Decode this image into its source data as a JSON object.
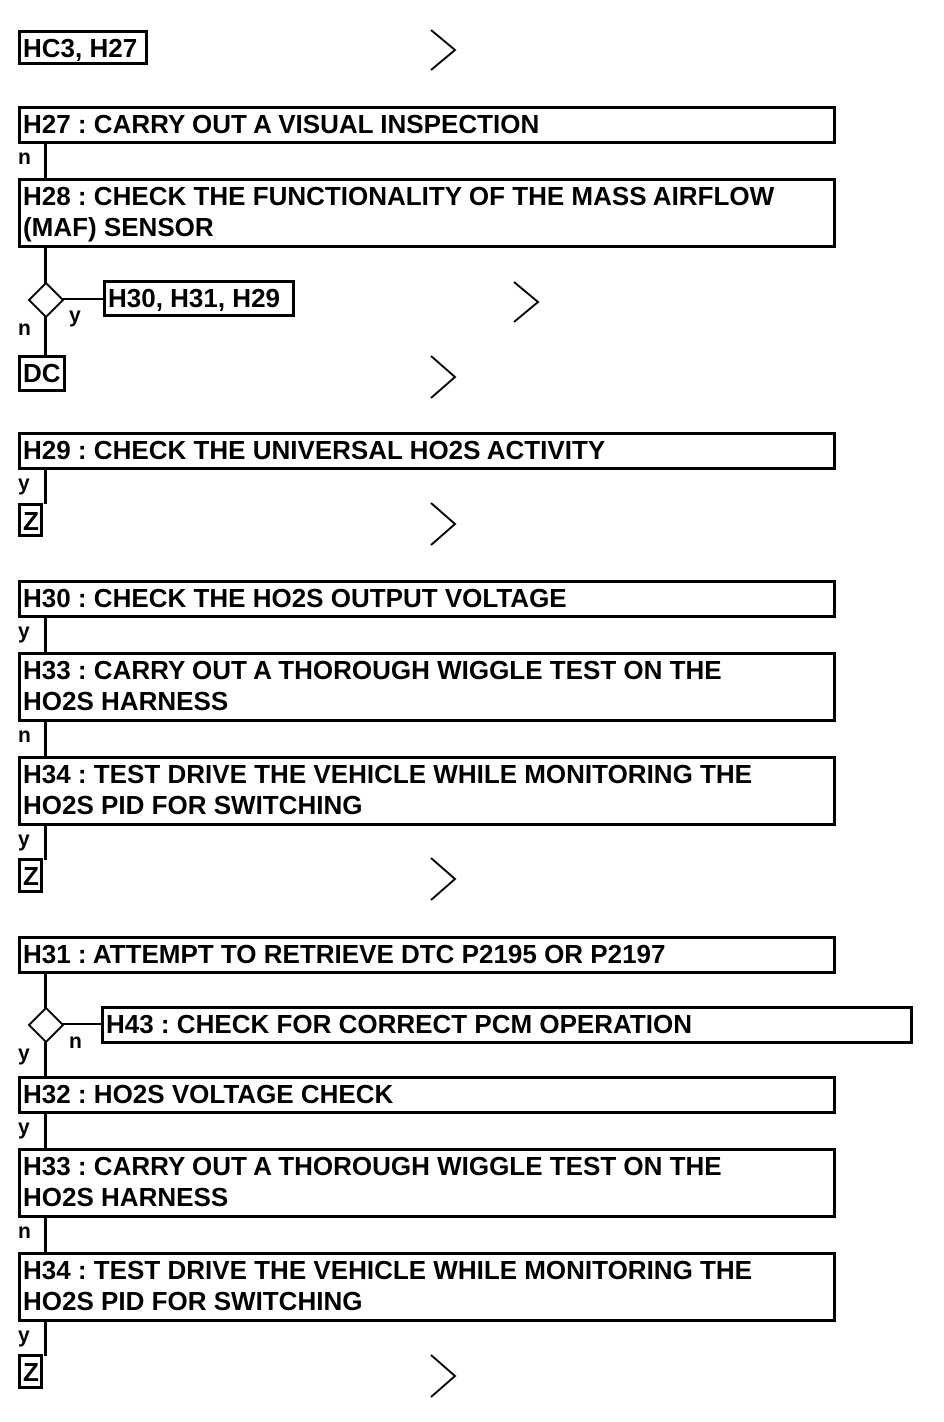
{
  "colors": {
    "ink": "#000000",
    "background": "#ffffff"
  },
  "blocks": {
    "b1": {
      "label": "HC3, H27"
    },
    "h27": {
      "label": "H27 : CARRY OUT A VISUAL INSPECTION"
    },
    "h28": {
      "label": "H28 : CHECK THE FUNCTIONALITY OF THE MASS AIRFLOW\n(MAF) SENSOR"
    },
    "h28_branch": {
      "label": "H30, H31, H29"
    },
    "dc": {
      "label": "DC"
    },
    "h29": {
      "label": "H29 : CHECK THE UNIVERSAL HO2S ACTIVITY"
    },
    "z1": {
      "label": "Z"
    },
    "h30": {
      "label": "H30 : CHECK THE HO2S OUTPUT VOLTAGE"
    },
    "h33a": {
      "label": "H33 : CARRY OUT A THOROUGH WIGGLE TEST ON THE\nHO2S HARNESS"
    },
    "h34a": {
      "label": "H34 : TEST DRIVE THE VEHICLE WHILE MONITORING THE\nHO2S PID FOR SWITCHING"
    },
    "z2": {
      "label": "Z"
    },
    "h31": {
      "label": "H31 : ATTEMPT TO RETRIEVE DTC P2195 OR P2197"
    },
    "h43": {
      "label": "H43 : CHECK FOR CORRECT PCM OPERATION"
    },
    "h32": {
      "label": "H32 : HO2S VOLTAGE CHECK"
    },
    "h33b": {
      "label": "H33 : CARRY OUT A THOROUGH WIGGLE TEST ON THE\nHO2S HARNESS"
    },
    "h34b": {
      "label": "H34 : TEST DRIVE THE VEHICLE WHILE MONITORING THE\nHO2S PID FOR SWITCHING"
    },
    "z3": {
      "label": "Z"
    }
  },
  "tags": {
    "t1": "n",
    "t2": "y",
    "t3": "n",
    "t4": "y",
    "t5": "y",
    "t6": "n",
    "t7": "y",
    "t8": "n",
    "t9": "y",
    "t10": "y",
    "t11": "n",
    "t12": "y"
  },
  "icons": {
    "arrow": "chevron-right-icon",
    "decision": "diamond-decision-icon"
  }
}
